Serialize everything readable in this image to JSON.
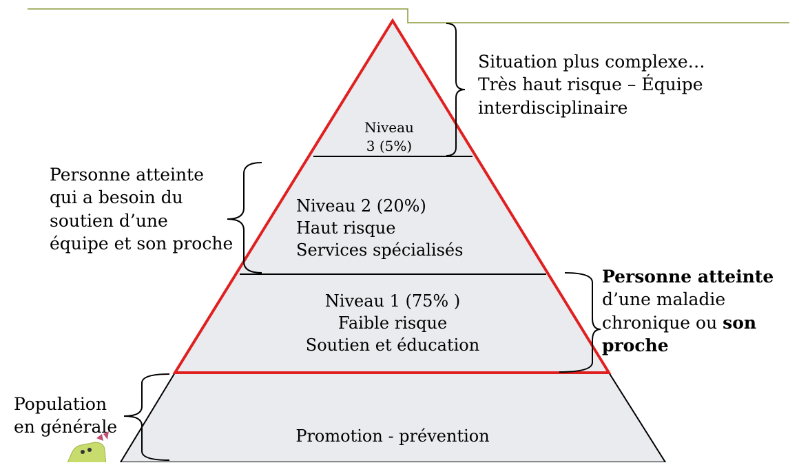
{
  "levels": {
    "level3": {
      "line1": "Niveau",
      "line2": "3 (5%)"
    },
    "level2": {
      "line1": "Niveau 2 (20%)",
      "line2": "Haut risque",
      "line3": "Services spécialisés"
    },
    "level1": {
      "line1": "Niveau 1 (75% )",
      "line2": "Faible risque",
      "line3": "Soutien et éducation"
    },
    "base": {
      "line1": "Promotion - prévention"
    }
  },
  "annotations": {
    "top_right": {
      "line1": "Situation plus complexe…",
      "line2": "Très haut risque – Équipe",
      "line3": "interdisciplinaire"
    },
    "left_upper": {
      "line1": "Personne atteinte",
      "line2": "qui a besoin du",
      "line3": "soutien d’une",
      "line4": "équipe et son proche"
    },
    "right_lower": {
      "line1_bold": "Personne atteinte",
      "line2": "d’une maladie",
      "line3_pre": "chronique ou ",
      "line3_bold": "son",
      "line4_bold": "proche"
    },
    "left_lower": {
      "line1": "Population",
      "line2": "en générale"
    }
  },
  "colors": {
    "pyramid_fill": "#e9ebee",
    "pyramid_red_outline": "#e02020",
    "header_line": "#8a9a3a",
    "mascot_green": "#c8dc6e"
  },
  "icons": {
    "mascot": "yellow-green-character-icon"
  }
}
